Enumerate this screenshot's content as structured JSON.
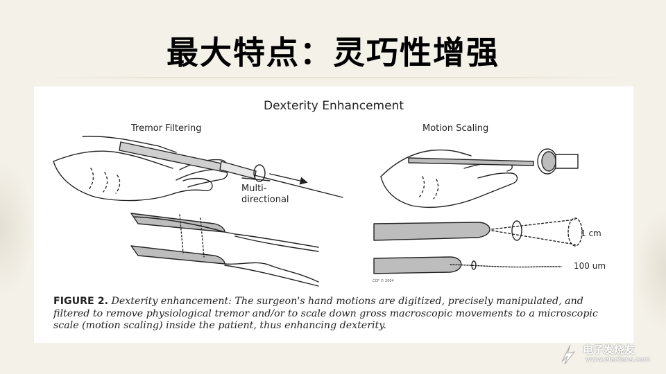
{
  "slide": {
    "title": "最大特点：灵巧性增强"
  },
  "figure": {
    "title": "Dexterity Enhancement",
    "left_subtitle": "Tremor Filtering",
    "right_subtitle": "Motion Scaling",
    "multi_label_line1": "Multi-",
    "multi_label_line2": "directional",
    "scale_label_large": "1 cm",
    "scale_label_small": "100 um",
    "copyright": "CCF © 2004",
    "caption_label": "FIGURE 2.",
    "caption_text": "Dexterity enhancement: The surgeon's hand motions are digitized, precisely manipulated, and filtered to remove physiological tremor and/or to scale down gross macroscopic movements to a microscopic scale (motion scaling) inside the patient, thus enhancing dexterity."
  },
  "watermark": {
    "name": "电子发烧友",
    "url": "www.elecfans.com"
  },
  "colors": {
    "background": "#f4f1e9",
    "figure_background": "#ffffff",
    "ink": "#222222"
  }
}
